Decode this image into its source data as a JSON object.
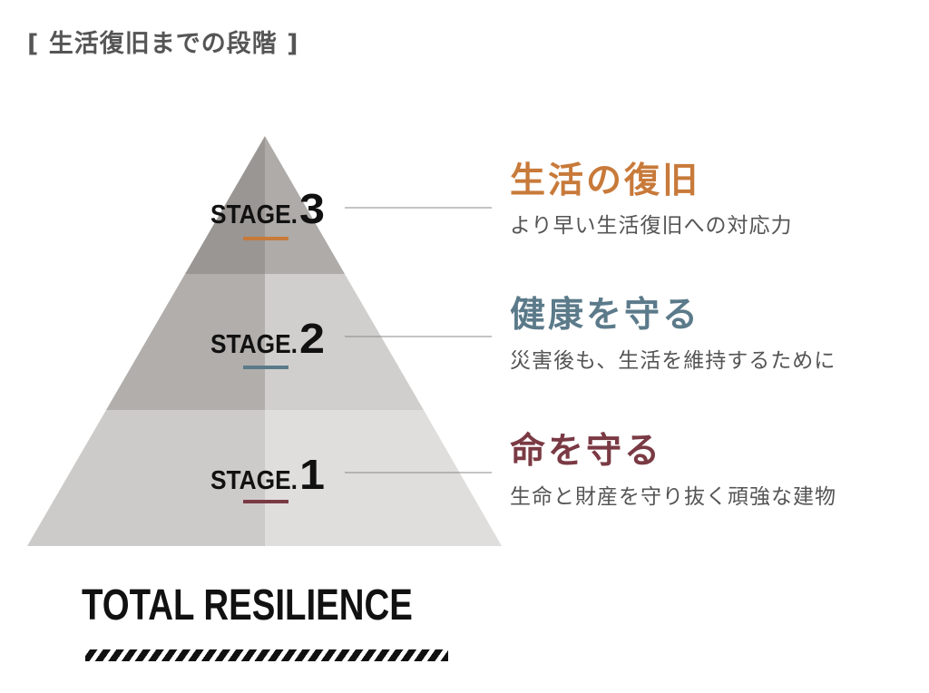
{
  "heading": "[ 生活復旧までの段階 ]",
  "stages": [
    {
      "prefix": "STAGE.",
      "number": "3",
      "title": "生活の復旧",
      "description": "より早い生活復旧への対応力",
      "accent": "#c87a3a"
    },
    {
      "prefix": "STAGE.",
      "number": "2",
      "title": "健康を守る",
      "description": "災害後も、生活を維持するために",
      "accent": "#5b7a8a"
    },
    {
      "prefix": "STAGE.",
      "number": "1",
      "title": "命を守る",
      "description": "生命と財産を守り抜く頑強な建物",
      "accent": "#7a3a44"
    }
  ],
  "footer": {
    "title": "TOTAL RESILIENCE"
  },
  "colors": {
    "tier_top_left": "#9a9693",
    "tier_top_right": "#aeaba8",
    "tier_mid_left": "#b1aeab",
    "tier_mid_right": "#d1cfcd",
    "tier_bottom_left": "#cdcbc9",
    "tier_bottom_right": "#dfdedd",
    "connector_line": "#888888"
  }
}
